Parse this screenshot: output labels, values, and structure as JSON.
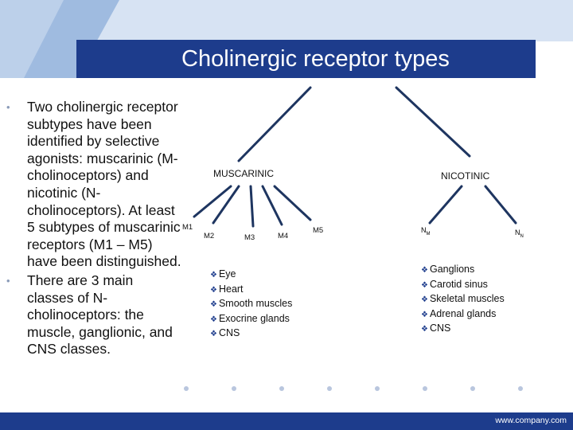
{
  "slide": {
    "title": "Cholinergic receptor types",
    "bullets": [
      "Two cholinergic receptor subtypes have been identified by selective agonists: muscarinic (M-cholinoceptors) and nicotinic (N-cholinoceptors). At least 5 subtypes of muscarinic receptors (M1 – M5) have been distinguished.",
      " There are 3 main classes of N-cholinoceptors: the muscle, ganglionic, and CNS classes."
    ],
    "bullet_marker": "•",
    "footer": "www.company.com"
  },
  "diagram": {
    "muscarinic": {
      "label": "MUSCARINIC",
      "subtypes": [
        "M1",
        "M2",
        "M3",
        "M4",
        "M5"
      ],
      "locations": [
        "Eye",
        "Heart",
        "Smooth muscles",
        "Exocrine glands",
        "CNS"
      ]
    },
    "nicotinic": {
      "label": "NICOTINIC",
      "subtypes": [
        {
          "main": "N",
          "sub": "M"
        },
        {
          "main": "N",
          "sub": "N"
        }
      ],
      "locations": [
        "Ganglions",
        "Carotid sinus",
        "Skeletal muscles",
        "Adrenal glands",
        "CNS"
      ]
    },
    "list_marker": "❖"
  },
  "colors": {
    "title_bar": "#1d3c8c",
    "footer_bar": "#1d3c8c",
    "corner_light": "#bcd0ea",
    "corner_mid": "#9fbbe0",
    "tree_lines": "#1e3560",
    "dots": "#b9c6de"
  }
}
